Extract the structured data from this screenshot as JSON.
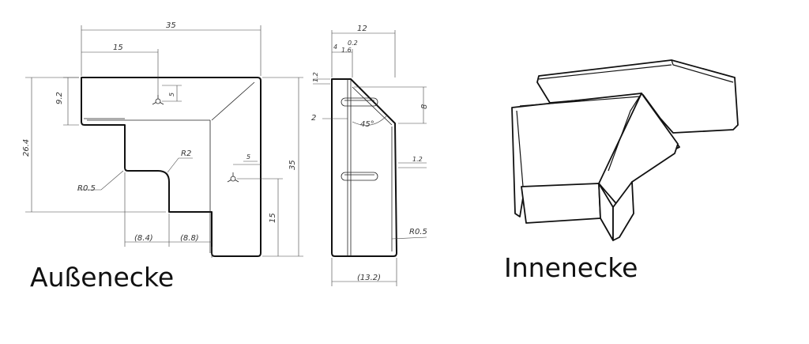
{
  "labels": {
    "outer_corner": "Außenecke",
    "inner_corner": "Innenecke"
  },
  "front_view_dims": {
    "total_width": "35",
    "inset_width": "15",
    "top_height": "9.2",
    "total_left_height": "26.4",
    "radius_large": "R2",
    "radius_small": "R0.5",
    "screw_offset_top": "5",
    "screw_offset_side": "5",
    "right_height": "35",
    "right_lower": "15",
    "bottom_left": "(8.4)",
    "bottom_mid": "(8.8)"
  },
  "side_view_dims": {
    "total_width": "12",
    "sub_width": "4",
    "sub_small": "0.2",
    "sub_small_b": "1.6",
    "top_gap": "1.2",
    "depth": "8",
    "left_offset": "2",
    "angle": "45°",
    "right_gap": "1.2",
    "radius": "R0.5",
    "bottom_total": "(13.2)"
  }
}
